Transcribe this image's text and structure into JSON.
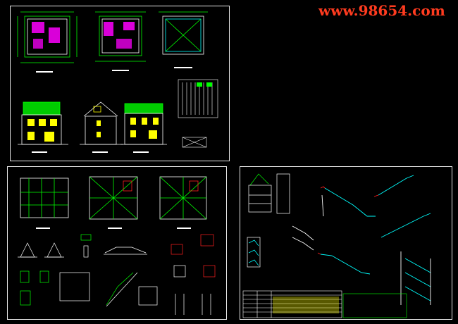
{
  "watermark": {
    "text": "www.98654.com",
    "color": "#ff3b1f"
  },
  "colors": {
    "background": "#000000",
    "frame": "#e8e8e8",
    "cad_green": "#00ff00",
    "cad_magenta": "#ff00ff",
    "cad_cyan": "#00ffff",
    "cad_yellow": "#ffff00",
    "cad_red": "#ff2020",
    "cad_white": "#ffffff"
  },
  "sheets": [
    {
      "name": "architectural-plans-and-elevations-sheet"
    },
    {
      "name": "structural-plans-and-details-sheet"
    },
    {
      "name": "stair-details-sheet"
    }
  ]
}
